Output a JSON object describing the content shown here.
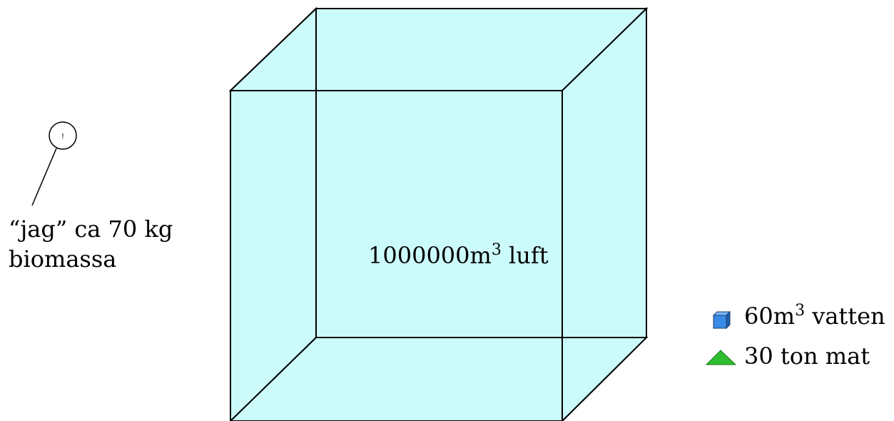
{
  "person": {
    "face_glyph": "!",
    "label_line1": "“jag” ca 70 kg",
    "label_line2": "biomassa"
  },
  "air_box": {
    "label_prefix": "1000000m",
    "label_sup": "3",
    "label_suffix": " luft",
    "fill_color": "#ccfbfb",
    "edge_color": "#000000"
  },
  "legend": {
    "water": {
      "icon": "cube-icon",
      "label_prefix": "60m",
      "label_sup": "3",
      "label_suffix": " vatten",
      "color": "#3a8be8"
    },
    "food": {
      "icon": "triangle-icon",
      "label": "30 ton mat",
      "color": "#2ebd2e"
    }
  }
}
